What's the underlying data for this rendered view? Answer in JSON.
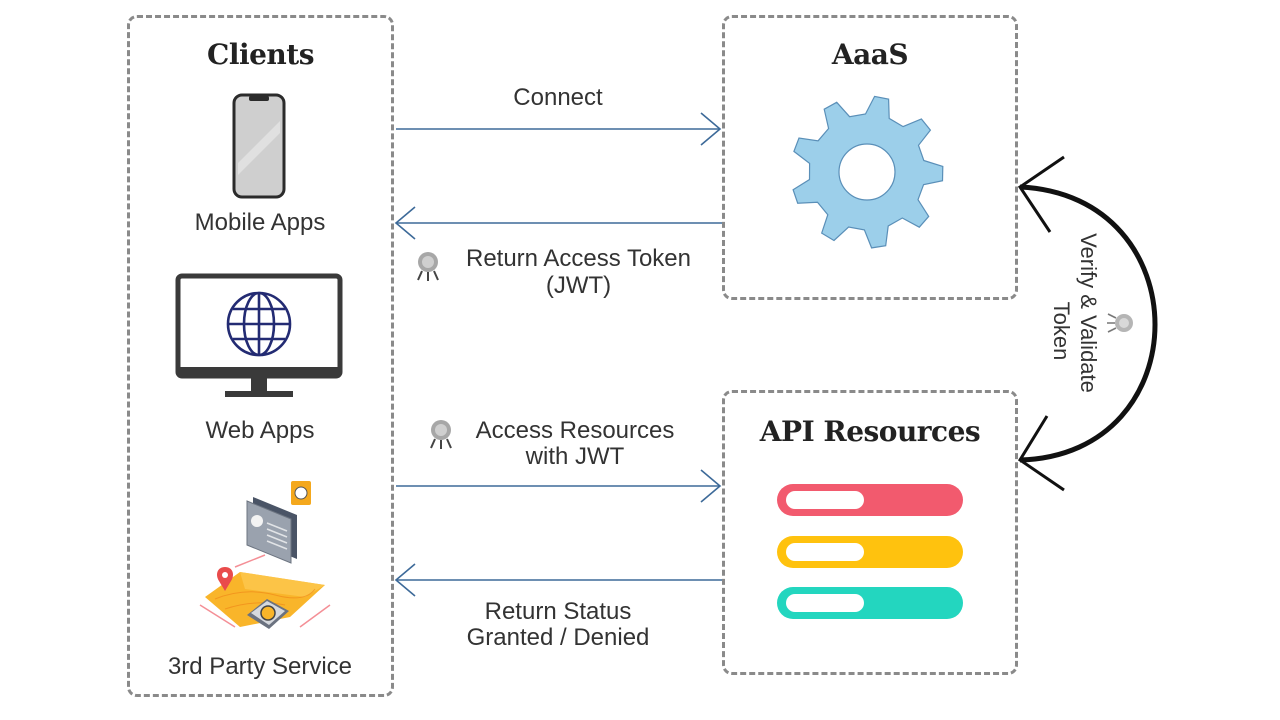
{
  "diagram": {
    "clients": {
      "title": "Clients",
      "items": [
        {
          "label": "Mobile Apps",
          "icon": "smartphone-icon"
        },
        {
          "label": "Web Apps",
          "icon": "monitor-globe-icon"
        },
        {
          "label": "3rd Party Service",
          "icon": "map-service-icon"
        }
      ]
    },
    "aaas": {
      "title": "AaaS",
      "icon": "gear-icon",
      "gear_color": "#9ccfea"
    },
    "api_resources": {
      "title": "API Resources",
      "icon": "resource-bars-icon",
      "bar_colors": [
        "#f25a6e",
        "#ffc20e",
        "#23d6bf"
      ]
    },
    "flows": {
      "connect": "Connect",
      "return_token_line1": "Return Access Token",
      "return_token_line2": "(JWT)",
      "access_resources_line1": "Access Resources",
      "access_resources_line2": "with JWT",
      "return_status_line1": "Return Status",
      "return_status_line2": "Granted / Denied",
      "verify_line1": "Verify & Validate",
      "verify_line2": "Token"
    },
    "colors": {
      "arrow": "#3d6a99",
      "box_border": "#8a8a8a",
      "text": "#333333"
    }
  }
}
